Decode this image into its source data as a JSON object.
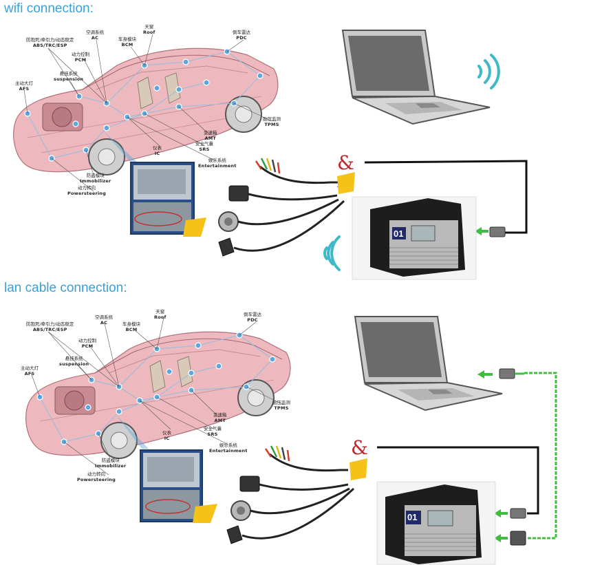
{
  "sections": {
    "wifi_title": "wifi connection:",
    "lan_title": "lan cable connection:"
  },
  "device_screen_number": "01",
  "ampersand": "&",
  "car_labels": {
    "abs": {
      "zh": "防抱死/牵引力/动态稳定",
      "en": "ABS/TRC/ESP"
    },
    "ac": {
      "zh": "空调系统",
      "en": "AC"
    },
    "roof": {
      "zh": "天窗",
      "en": "Roof"
    },
    "bcm": {
      "zh": "车身模块",
      "en": "BCM"
    },
    "pdc": {
      "zh": "倒车雷达",
      "en": "PDC"
    },
    "pcm": {
      "zh": "动力控制",
      "en": "PCM"
    },
    "susp": {
      "zh": "悬挂系统",
      "en": "suspension"
    },
    "afs": {
      "zh": "主动大灯",
      "en": "AFS"
    },
    "tpms": {
      "zh": "胎压监测",
      "en": "TPMS"
    },
    "amt": {
      "zh": "变速箱",
      "en": "AMT"
    },
    "ic": {
      "zh": "仪表",
      "en": "IC"
    },
    "srs": {
      "zh": "安全气囊",
      "en": "SRS"
    },
    "ent": {
      "zh": "娱乐系统",
      "en": "Entertainment"
    },
    "immo": {
      "zh": "防盗模块",
      "en": "Immobilizer"
    },
    "power": {
      "zh": "动力转向",
      "en": "Powersteering"
    }
  },
  "colors": {
    "heading": "#3aa0d8",
    "car_body": "#e9a6ae",
    "node": "#5aa8dc",
    "wifi_waves": "#3fb8c8",
    "lan_cable": "#3cbf3c",
    "ampersand": "#c0282d",
    "marker": "#f6c21a"
  }
}
